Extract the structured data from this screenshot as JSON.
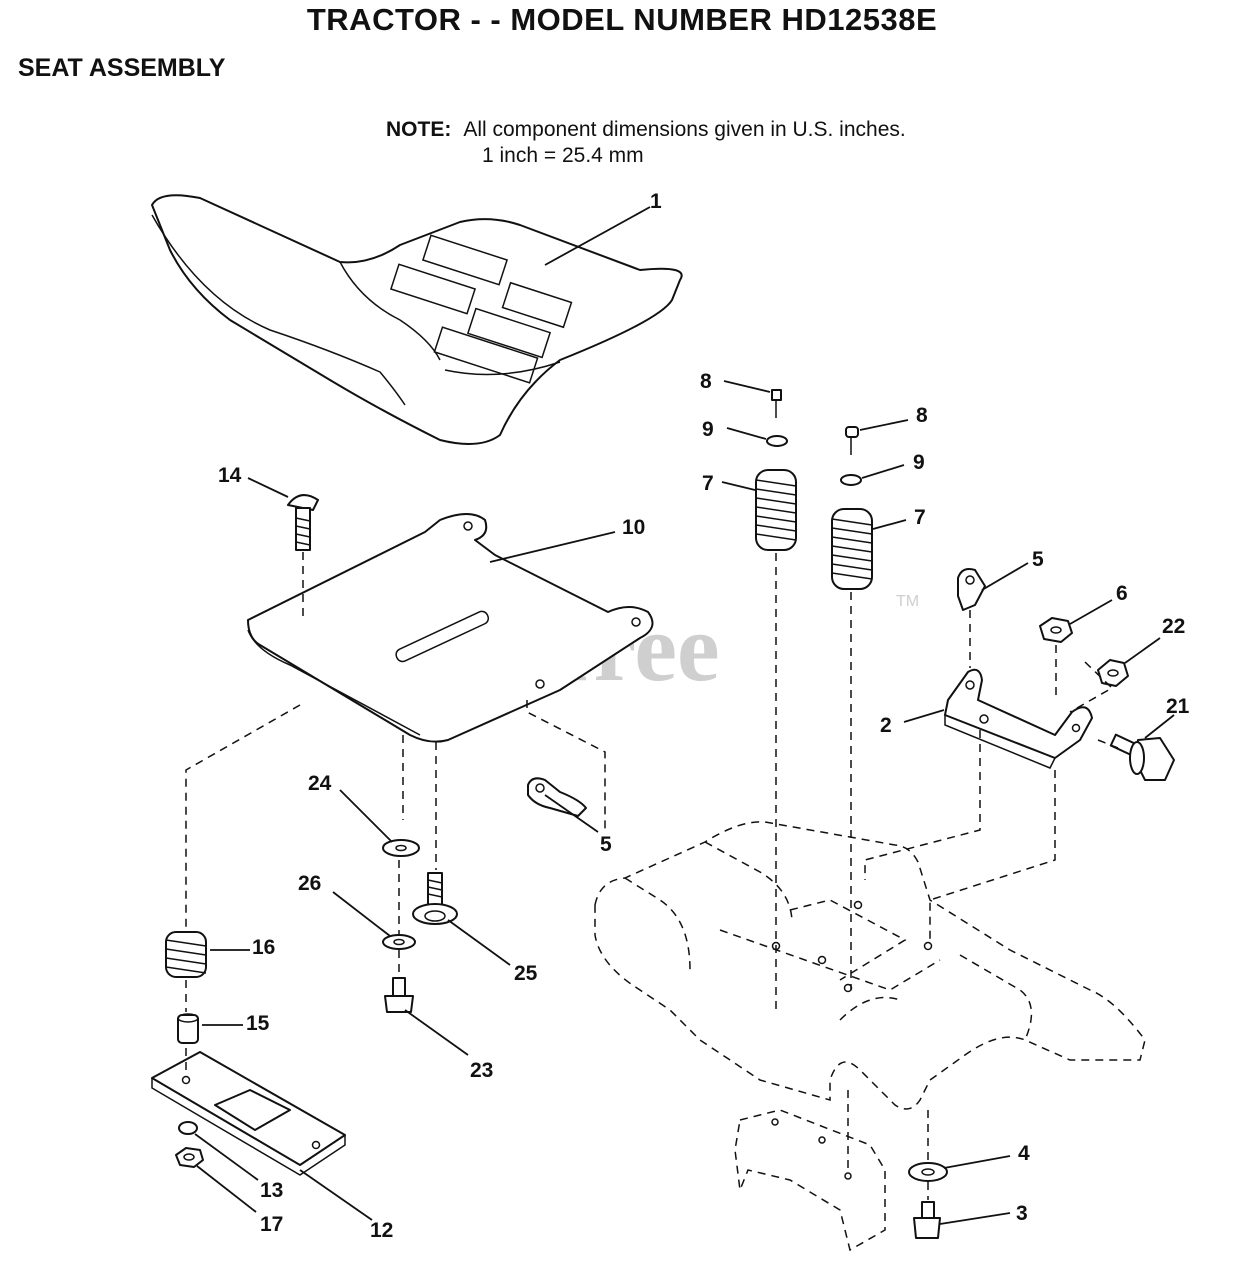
{
  "header": {
    "title": "TRACTOR - - MODEL NUMBER HD12538E",
    "subtitle": "SEAT ASSEMBLY"
  },
  "note": {
    "label": "NOTE:",
    "line1": "All component dimensions given in U.S. inches.",
    "line2": "1 inch = 25.4 mm"
  },
  "watermark": {
    "text": "PartsTree",
    "tm": "TM"
  },
  "callouts": {
    "c1": "1",
    "c2": "2",
    "c3": "3",
    "c4": "4",
    "c5a": "5",
    "c5b": "5",
    "c6": "6",
    "c7a": "7",
    "c7b": "7",
    "c8a": "8",
    "c8b": "8",
    "c9a": "9",
    "c9b": "9",
    "c10": "10",
    "c12": "12",
    "c13": "13",
    "c14": "14",
    "c15": "15",
    "c16": "16",
    "c17": "17",
    "c21": "21",
    "c22": "22",
    "c23": "23",
    "c24": "24",
    "c25": "25",
    "c26": "26"
  }
}
